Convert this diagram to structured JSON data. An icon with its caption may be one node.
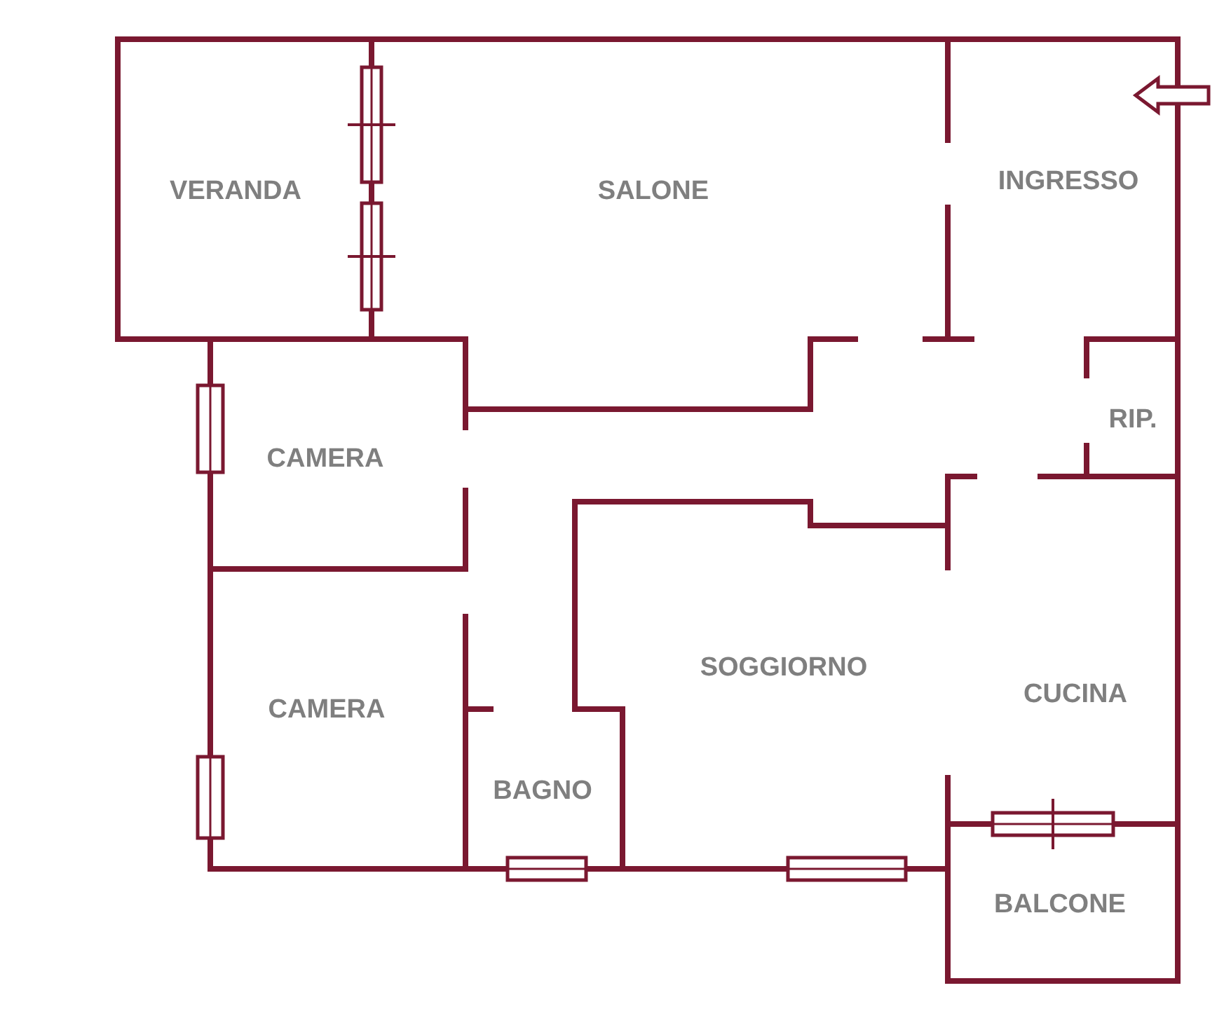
{
  "diagram": {
    "nodes": [
      {
        "text": [
          "VERANDA"
        ]
      },
      {
        "text": [
          "SALONE"
        ]
      },
      {
        "text": [
          "INGRESSO"
        ]
      },
      {
        "text": [
          "RIP."
        ]
      },
      {
        "text": [
          "CAMERA"
        ]
      },
      {
        "text": [
          "SOGGIORNO"
        ]
      },
      {
        "text": [
          "CAMERA"
        ]
      },
      {
        "text": [
          "CUCINA"
        ]
      },
      {
        "text": [
          "BAGNO"
        ]
      },
      {
        "text": [
          "BALCONE"
        ]
      }
    ]
  }
}
